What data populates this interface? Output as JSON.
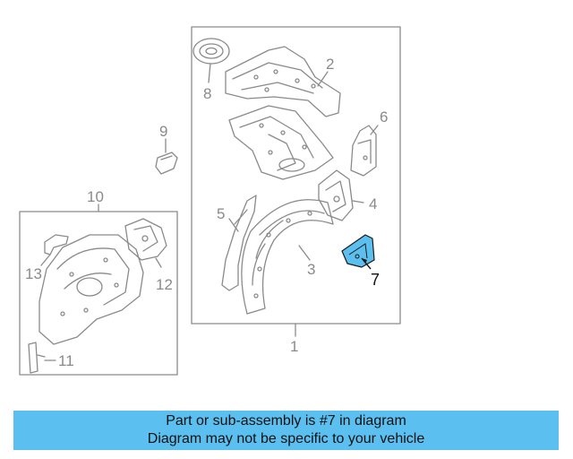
{
  "diagram": {
    "callouts": [
      "1",
      "2",
      "3",
      "4",
      "5",
      "6",
      "7",
      "8",
      "9",
      "10",
      "11",
      "12",
      "13"
    ],
    "highlighted_part": "7",
    "highlight_color": "#5bc0f0",
    "line_color": "#8a8a8a"
  },
  "banner": {
    "line1": "Part or sub-assembly is #7 in diagram",
    "line2": "Diagram may not be specific to your vehicle",
    "background": "#5bc0f0"
  }
}
